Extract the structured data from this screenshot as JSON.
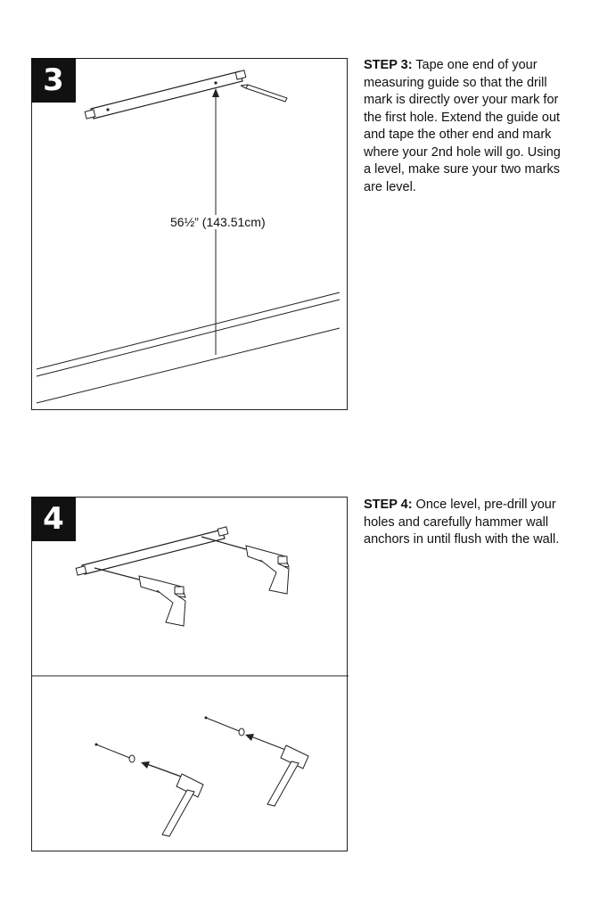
{
  "step3": {
    "number": "3",
    "title": "STEP 3:",
    "text": " Tape one end of your measuring guide so that the drill mark is directly over your mark for the first hole. Extend the guide out and tape the other end and mark where your 2nd hole will go. Using a level, make sure your two marks are level.",
    "measurement": "56½” (143.51cm)"
  },
  "step4": {
    "number": "4",
    "title": "STEP 4:",
    "text": " Once level, pre-drill your holes and carefully hammer wall anchors in until flush with the wall."
  }
}
